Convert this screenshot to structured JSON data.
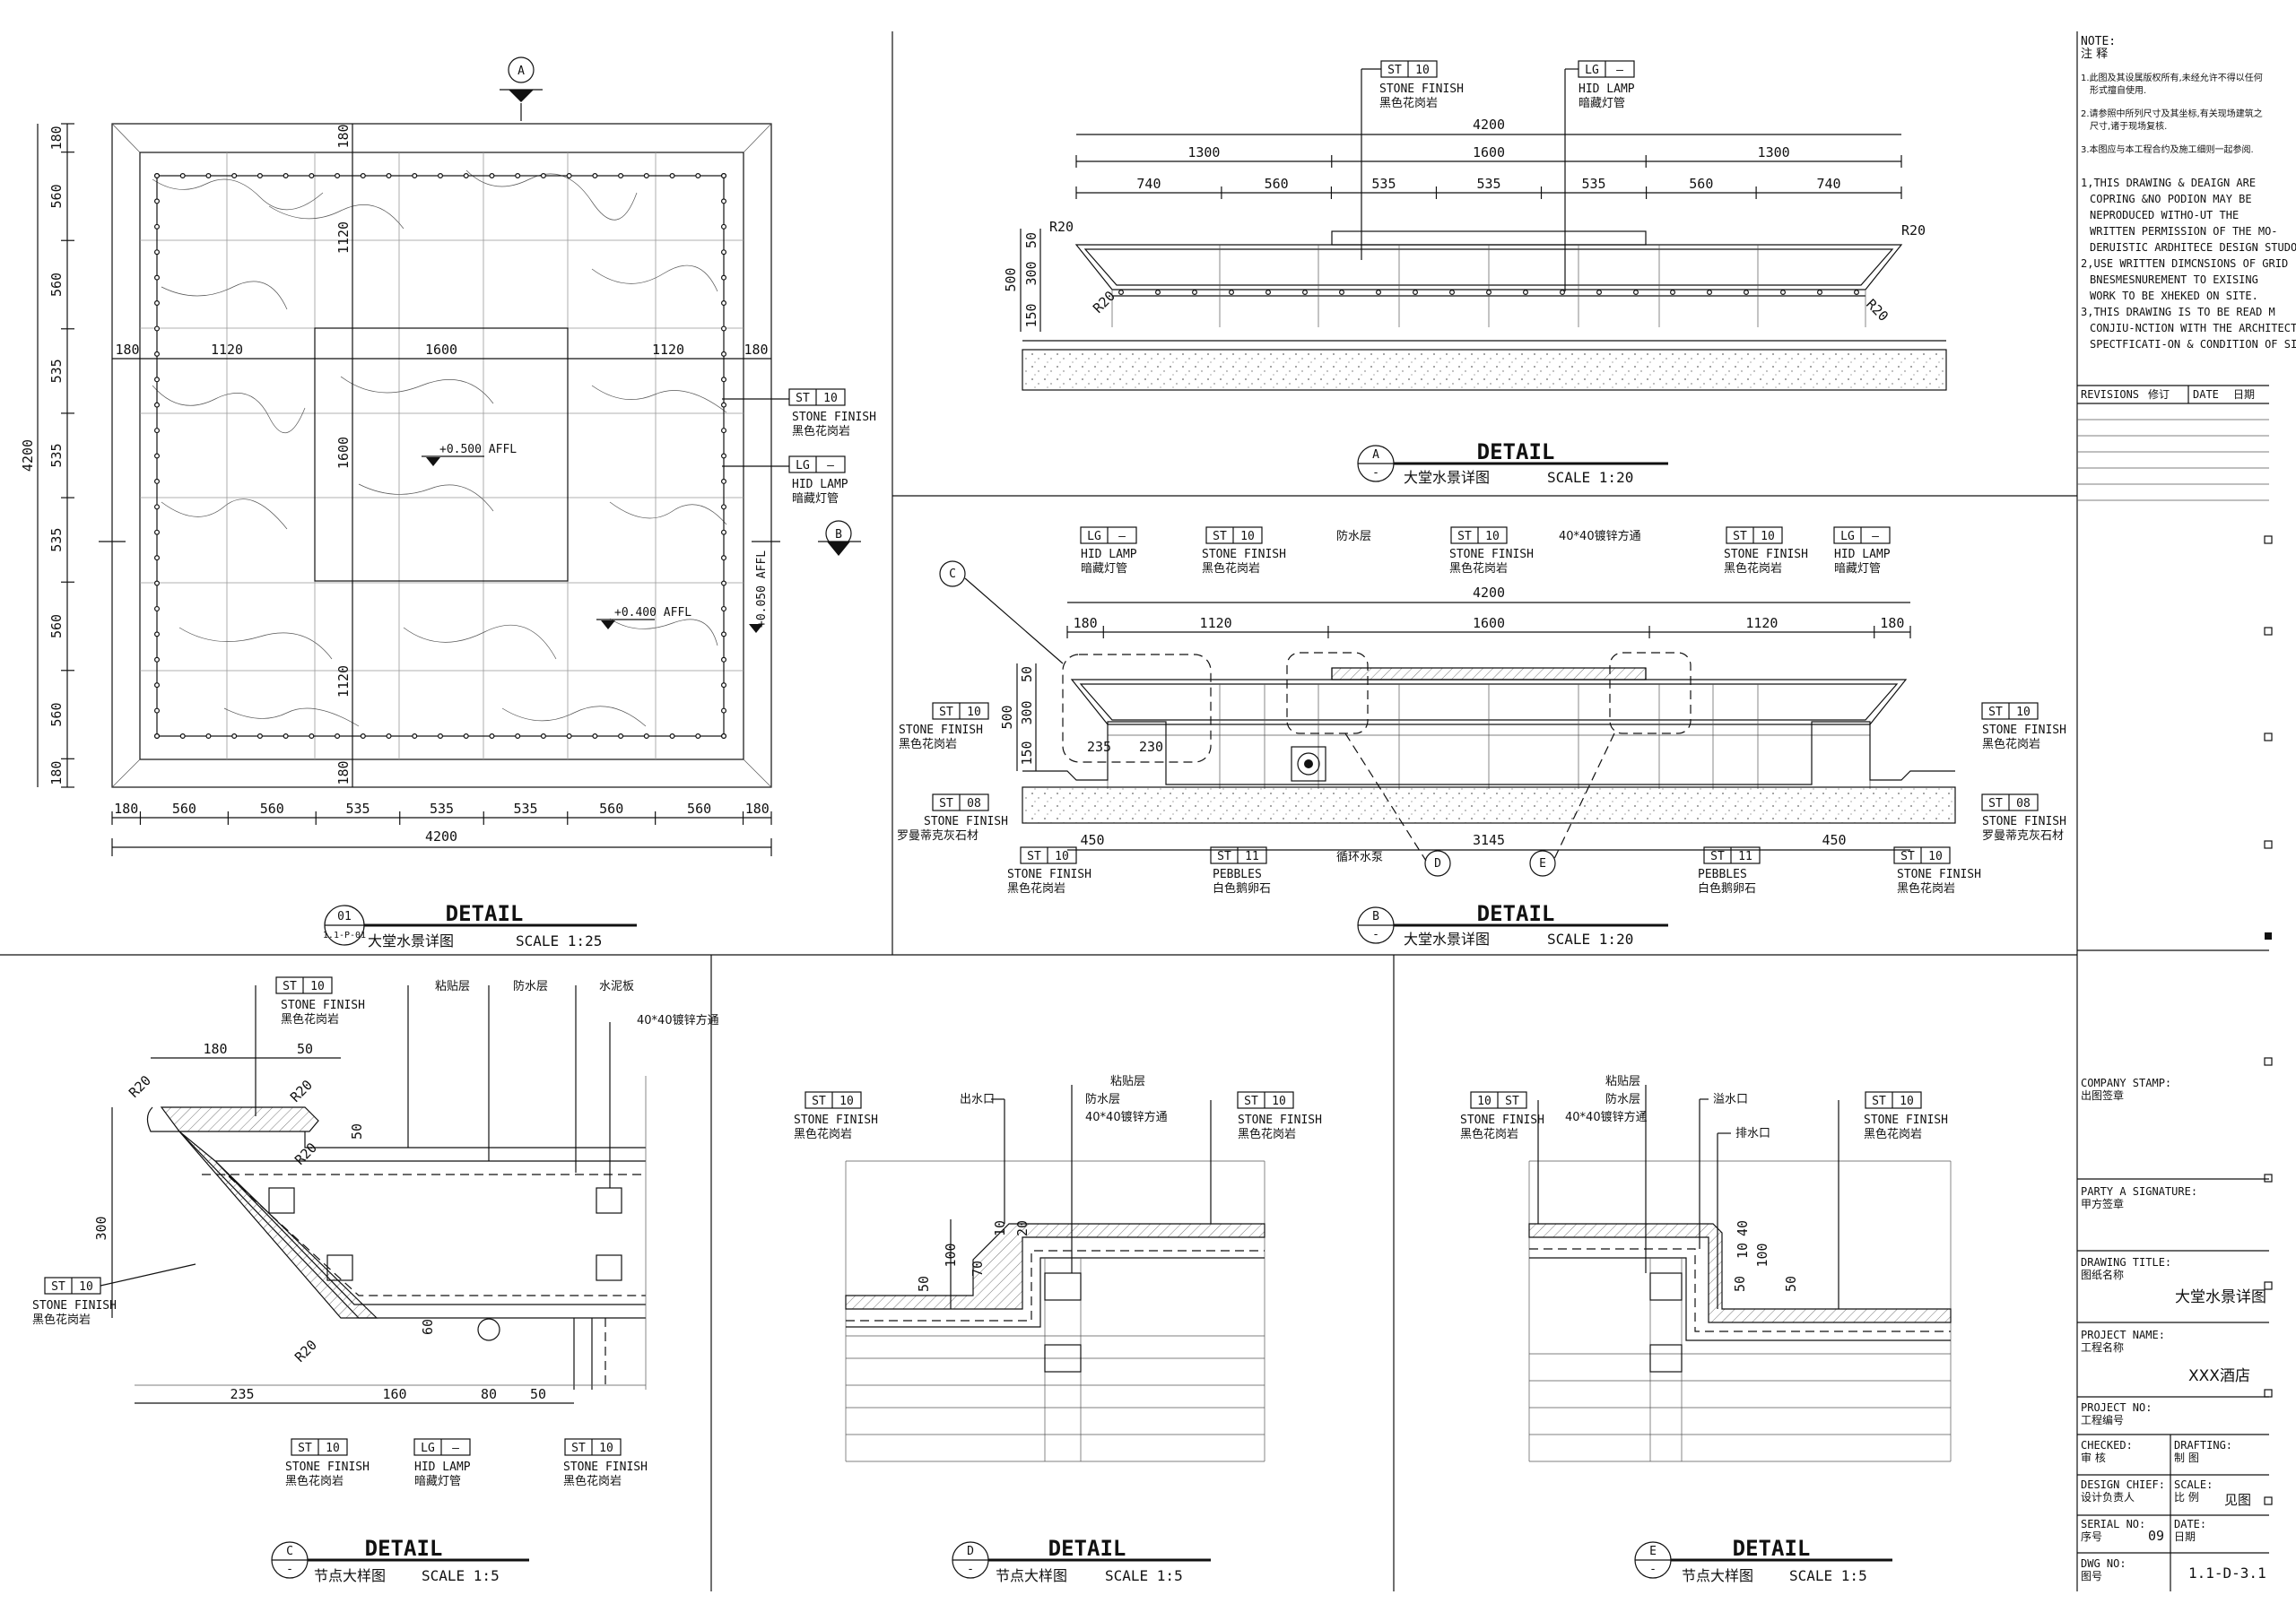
{
  "plan01": {
    "callout_a": "A",
    "callout_b": "B",
    "dims_top_left": [
      "180",
      "560",
      "560",
      "535",
      "535",
      "535",
      "560",
      "560",
      "180"
    ],
    "dims_inner_h": [
      "180",
      "1120",
      "1600",
      "1120",
      "180"
    ],
    "dim_total": "4200",
    "inner_v_top": "1120",
    "inner_v_mid": "1600",
    "inner_v_bot": "1120",
    "top_180": "180",
    "bot_180": "180",
    "lvl1": "+0.500 AFFL",
    "lvl2": "+0.400 AFFL",
    "lvl3": "+0.050 AFFL",
    "tag_st": "ST",
    "tag_st_no": "10",
    "stone": "STONE FINISH",
    "stone_cn": "黑色花岗岩",
    "tag_lg": "LG",
    "tag_lg_no": "—",
    "lamp": "HID LAMP",
    "lamp_cn": "暗藏灯管",
    "title_no": "01",
    "title_ref": "1.1-P-01",
    "title": "DETAIL",
    "title_cn": "大堂水景详图",
    "scale": "SCALE 1:25"
  },
  "secA": {
    "tag_st": "ST",
    "tag_st_no": "10",
    "stone": "STONE FINISH",
    "stone_cn": "黑色花岗岩",
    "tag_lg": "LG",
    "tag_lg_no": "—",
    "lamp": "HID LAMP",
    "lamp_cn": "暗藏灯管",
    "total": "4200",
    "row2": [
      "1300",
      "1600",
      "1300"
    ],
    "row3": [
      "740",
      "560",
      "535",
      "535",
      "535",
      "560",
      "740"
    ],
    "v": [
      "50",
      "300",
      "150"
    ],
    "v_total": "500",
    "r": "R20",
    "title_no": "A",
    "title": "DETAIL",
    "title_cn": "大堂水景详图",
    "scale": "SCALE 1:20"
  },
  "secB": {
    "waterproof": "防水层",
    "tube": "40*40镀锌方通",
    "total": "4200",
    "row2": [
      "180",
      "1120",
      "1600",
      "1120",
      "180"
    ],
    "v": [
      "50",
      "300",
      "150"
    ],
    "v_total": "500",
    "d235": "235",
    "d230": "230",
    "d450": "450",
    "d3145": "3145",
    "d450b": "450",
    "tag_st": "ST",
    "tag_st_no": "10",
    "tag_st08": "08",
    "tag_st11": "11",
    "stone": "STONE FINISH",
    "stone_cn": "黑色花岗岩",
    "roman": "STONE FINISH",
    "roman_cn": "罗曼蒂克灰石材",
    "pebbles": "PEBBLES",
    "pebbles_cn": "白色鹅卵石",
    "pump": "循环水泵",
    "tag_lg": "LG",
    "tag_lg_no": "—",
    "lamp": "HID LAMP",
    "lamp_cn": "暗藏灯管",
    "c": "C",
    "d": "D",
    "e": "E",
    "title_no": "B",
    "title": "DETAIL",
    "title_cn": "大堂水景详图",
    "scale": "SCALE 1:20"
  },
  "detC": {
    "adhesive": "粘贴层",
    "waterproof": "防水层",
    "cement": "水泥板",
    "tube": "40*40镀锌方通",
    "d180": "180",
    "d50": "50",
    "d300": "300",
    "d235": "235",
    "d160": "160",
    "d80": "80",
    "d50b": "50",
    "d60": "60",
    "d50c": "50",
    "r": "R20",
    "tag_st": "ST",
    "tag_st_no": "10",
    "stone": "STONE FINISH",
    "stone_cn": "黑色花岗岩",
    "tag_lg": "LG",
    "tag_lg_no": "—",
    "lamp": "HID LAMP",
    "lamp_cn": "暗藏灯管",
    "title_no": "C",
    "title": "DETAIL",
    "title_cn": "节点大样图",
    "scale": "SCALE 1:5"
  },
  "detD": {
    "outlet": "出水口",
    "adhesive": "粘贴层",
    "waterproof": "防水层",
    "tube": "40*40镀锌方通",
    "tag_st": "ST",
    "tag_st_no": "10",
    "stone": "STONE FINISH",
    "stone_cn": "黑色花岗岩",
    "v": [
      "50",
      "100",
      "70",
      "10",
      "20"
    ],
    "title_no": "D",
    "title": "DETAIL",
    "title_cn": "节点大样图",
    "scale": "SCALE 1:5"
  },
  "detE": {
    "adhesive": "粘贴层",
    "waterproof": "防水层",
    "tube": "40*40镀锌方通",
    "overflow": "溢水口",
    "drain": "排水口",
    "tag_st": "10",
    "tag_st_no": "ST",
    "tag_st2": "ST",
    "tag_st2_no": "10",
    "stone": "STONE FINISH",
    "stone_cn": "黑色花岗岩",
    "v": [
      "50",
      "10",
      "40",
      "100",
      "50"
    ],
    "title_no": "E",
    "title": "DETAIL",
    "title_cn": "节点大样图",
    "scale": "SCALE 1:5"
  },
  "side": {
    "note_h": "NOTE:",
    "note_cn": "注 释",
    "cn_notes": [
      "1.此图及其设属版权所有,未经允许不得以任何形式擅自使用.",
      "2.请参照中所列尺寸及其坐标,有关现场建筑之尺寸,诸于现场复核.",
      "3.本图应与本工程合约及施工细则一起参阅."
    ],
    "en_notes": [
      "1,THIS DRAWING & DEAIGN ARE",
      "COPRING &NO PODION MAY BE",
      "NEPRODUCED WITHO-UT THE",
      "WRITTEN PERMISSION OF THE MO-",
      "DERUISTIC ARDHITECE DESIGN STUDO.",
      "2,USE WRITTEN DIMCNSIONS OF GRID",
      "BNESMESNUREMENT TO EXISING",
      "WORK TO BE XHEKED ON SITE.",
      "3,THIS DRAWING IS TO BE READ M",
      "CONJIU-NCTION WITH THE ARCHITECTS",
      "SPECTFICATI-ON & CONDITION OF SITE."
    ],
    "revisions": "REVISIONS",
    "revisions_cn": "修订",
    "date": "DATE",
    "date_cn": "日期",
    "company": "COMPANY STAMP:",
    "company_cn": "出图签章",
    "party": "PARTY A SIGNATURE:",
    "party_cn": "甲方签章",
    "drawing_title": "DRAWING TITLE:",
    "drawing_title_cn": "图纸名称",
    "drawing_title_val": "大堂水景详图",
    "project_name": "PROJECT NAME:",
    "project_name_cn": "工程名称",
    "project_name_val": "XXX酒店",
    "project_no": "PROJECT NO:",
    "project_no_cn": "工程编号",
    "checked": "CHECKED:",
    "checked_cn": "审 核",
    "drafting": "DRAFTING:",
    "drafting_cn": "制 图",
    "chief": "DESIGN CHIEF:",
    "chief_cn": "设计负责人",
    "scale": "SCALE:",
    "scale_cn": "比 例",
    "scale_val": "见图",
    "serial": "SERIAL NO:",
    "serial_cn": "序号",
    "serial_val": "09",
    "date2": "DATE:",
    "date2_cn": "日期",
    "dwg": "DWG NO:",
    "dwg_cn": "图号",
    "dwg_val": "1.1-D-3.1"
  }
}
